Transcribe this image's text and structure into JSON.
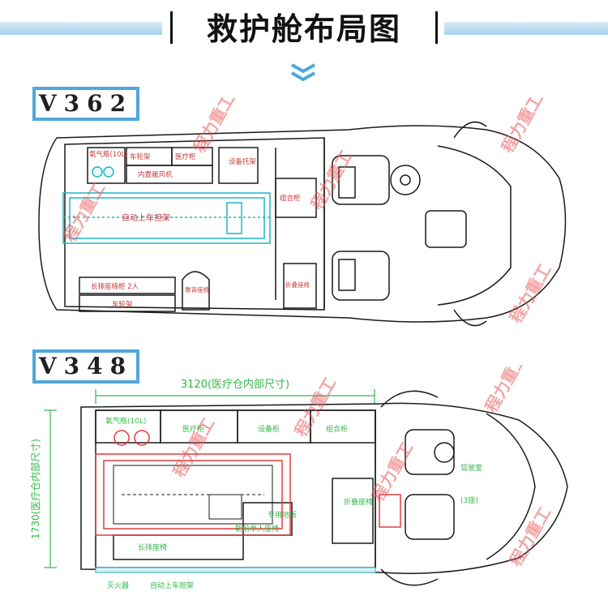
{
  "title": "救护舱布局图",
  "colors": {
    "accent": "#4fa7db",
    "line": "#1a1a1a",
    "cyan": "#1fb6c9",
    "red": "#e23b3b",
    "green": "#35b84a",
    "watermark": "#e85a5a"
  },
  "v362": {
    "badge": "V362",
    "labels": {
      "oxygen": "氧气瓶(10L)",
      "wheelchair1": "车轮架",
      "medcab": "医疗柜",
      "builtin": "内置暖风机",
      "equip": "设备托架",
      "stretcher": "自动上车担架",
      "combo": "组合柜",
      "bench": "长排座椅柜 2人",
      "wheelchair2": "车轮架",
      "backseat": "靠背座椅",
      "fold": "折叠座椅"
    }
  },
  "v348": {
    "badge": "V348",
    "dim_width": "3120(医疗仓内部尺寸)",
    "dim_height": "1730(医疗仓内部尺寸)",
    "labels": {
      "oxygen": "氧气瓶(10L)",
      "medcab": "医疗柜",
      "equip": "设备柜",
      "combo": "组合柜",
      "floor": "专用地板",
      "forward": "朝前单人座椅",
      "bench": "长排座椅",
      "fold": "折叠座椅",
      "driver": "驾驶室",
      "driver_note": "(3座)",
      "extinguisher": "灭火器",
      "autostretcher": "自动上车担架"
    }
  },
  "watermark": "程力重工"
}
